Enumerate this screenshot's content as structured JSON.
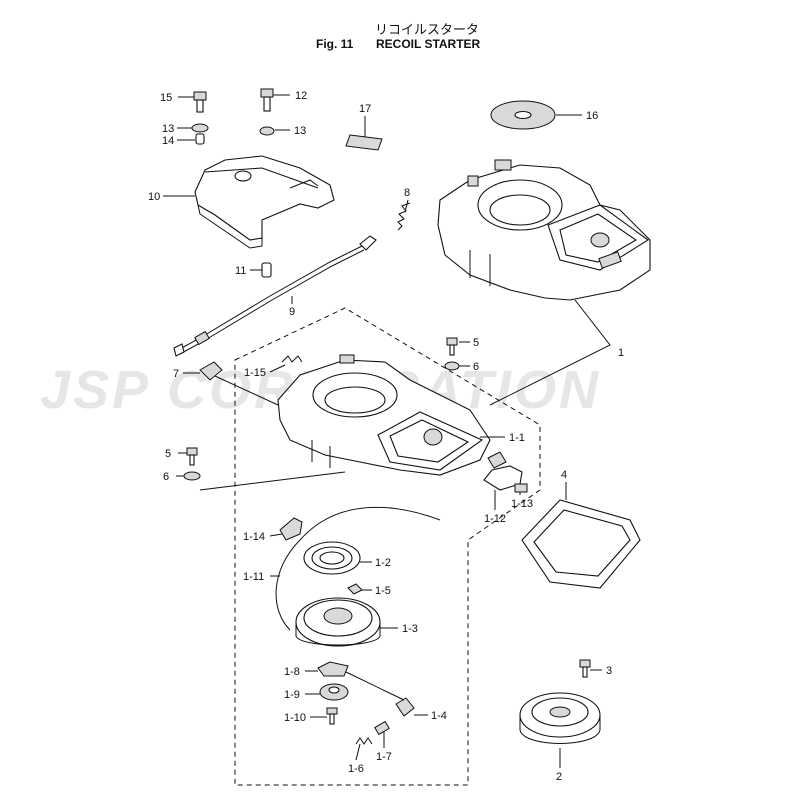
{
  "header": {
    "title_jp": "リコイルスタータ",
    "fig_label": "Fig. 11",
    "title_en": "RECOIL STARTER"
  },
  "watermark": {
    "text": "JSP CORPORATION"
  },
  "callouts": [
    {
      "id": "c15",
      "text": "15"
    },
    {
      "id": "c12",
      "text": "12"
    },
    {
      "id": "c17",
      "text": "17"
    },
    {
      "id": "c16",
      "text": "16"
    },
    {
      "id": "c13a",
      "text": "13"
    },
    {
      "id": "c13b",
      "text": "13"
    },
    {
      "id": "c14",
      "text": "14"
    },
    {
      "id": "c10",
      "text": "10"
    },
    {
      "id": "c8",
      "text": "8"
    },
    {
      "id": "c11",
      "text": "11"
    },
    {
      "id": "c9",
      "text": "9"
    },
    {
      "id": "c1",
      "text": "1"
    },
    {
      "id": "c5a",
      "text": "5"
    },
    {
      "id": "c6a",
      "text": "6"
    },
    {
      "id": "c7",
      "text": "7"
    },
    {
      "id": "c1-15",
      "text": "1-15"
    },
    {
      "id": "c1-1",
      "text": "1-1"
    },
    {
      "id": "c5b",
      "text": "5"
    },
    {
      "id": "c6b",
      "text": "6"
    },
    {
      "id": "c4",
      "text": "4"
    },
    {
      "id": "c1-12",
      "text": "1-12"
    },
    {
      "id": "c1-13",
      "text": "1-13"
    },
    {
      "id": "c1-14",
      "text": "1-14"
    },
    {
      "id": "c1-2",
      "text": "1-2"
    },
    {
      "id": "c1-11",
      "text": "1-11"
    },
    {
      "id": "c1-5",
      "text": "1-5"
    },
    {
      "id": "c1-3",
      "text": "1-3"
    },
    {
      "id": "c3",
      "text": "3"
    },
    {
      "id": "c1-8",
      "text": "1-8"
    },
    {
      "id": "c1-9",
      "text": "1-9"
    },
    {
      "id": "c1-10",
      "text": "1-10"
    },
    {
      "id": "c1-4",
      "text": "1-4"
    },
    {
      "id": "c1-7",
      "text": "1-7"
    },
    {
      "id": "c1-6",
      "text": "1-6"
    },
    {
      "id": "c2",
      "text": "2"
    }
  ]
}
